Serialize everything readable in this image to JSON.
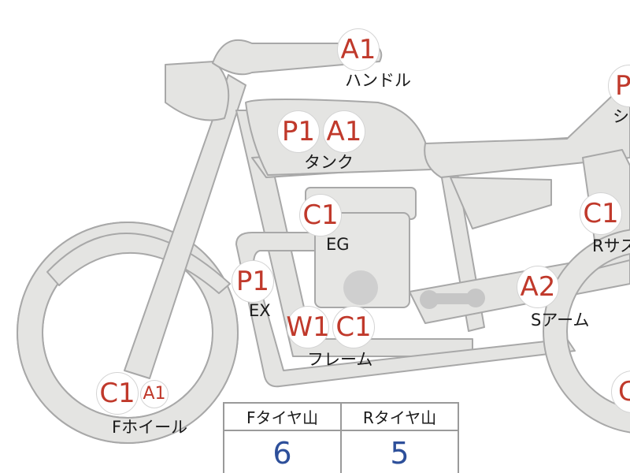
{
  "colors": {
    "body_fill": "#e4e4e2",
    "body_stroke": "#a8a8a8",
    "engine_fill": "#e6e6e4",
    "engine_dot": "#cfcfcf",
    "axle": "#c6c6c6",
    "badge_text": "#c0392b",
    "value_text": "#2d4f9a"
  },
  "parts": [
    {
      "id": "handle",
      "label": "ハンドル",
      "ratings": [
        "A1"
      ]
    },
    {
      "id": "tank",
      "label": "タンク",
      "ratings": [
        "P1",
        "A1"
      ]
    },
    {
      "id": "engine",
      "label": "EG",
      "ratings": [
        "C1"
      ]
    },
    {
      "id": "exhaust",
      "label": "EX",
      "ratings": [
        "P1"
      ]
    },
    {
      "id": "frame",
      "label": "フレーム",
      "ratings": [
        "W1",
        "C1"
      ]
    },
    {
      "id": "swingarm",
      "label": "Sアーム",
      "ratings": [
        "A2"
      ]
    },
    {
      "id": "front_wheel",
      "label": "Fホイール",
      "ratings": [
        "C1",
        "A1"
      ]
    },
    {
      "id": "rear_susp",
      "label": "Rサス",
      "ratings": [
        "C1"
      ]
    },
    {
      "id": "seat",
      "label": "シ",
      "ratings": [
        "P"
      ]
    },
    {
      "id": "rear_wheel",
      "label": "",
      "ratings": [
        "C"
      ]
    }
  ],
  "tread_table": {
    "headers": [
      "Fタイヤ山",
      "Rタイヤ山"
    ],
    "values": [
      "6",
      "5"
    ]
  }
}
